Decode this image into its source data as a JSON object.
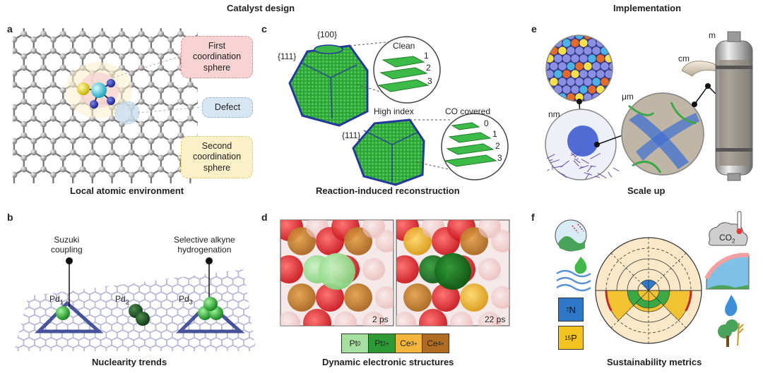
{
  "headers": {
    "catalyst_design": "Catalyst design",
    "implementation": "Implementation"
  },
  "panels": {
    "a": {
      "label": "a",
      "caption": "Local atomic environment",
      "first_sphere": "First\ncoordination\nsphere",
      "defect": "Defect",
      "second_sphere": "Second\ncoordination\nsphere"
    },
    "b": {
      "label": "b",
      "caption": "Nuclearity trends",
      "suzuki": "Suzuki\ncoupling",
      "alkyne": "Selective alkyne\nhydrogenation",
      "pd1": "Pd",
      "pd1_sub": "1",
      "pd2": "Pd",
      "pd2_sub": "2",
      "pd3": "Pd",
      "pd3_sub": "3"
    },
    "c": {
      "label": "c",
      "caption": "Reaction-induced reconstruction",
      "facet_100": "{100}",
      "facet_111_top": "{111}",
      "facet_111_bottom": "{111}",
      "clean": "Clean",
      "high_index": "High index",
      "co_covered": "CO covered",
      "clean_layers": [
        "1",
        "2",
        "3"
      ],
      "co_layers": [
        "0",
        "1",
        "2",
        "3"
      ]
    },
    "d": {
      "label": "d",
      "caption": "Dynamic electronic structures",
      "time_left": "2 ps",
      "time_right": "22 ps",
      "legend": [
        {
          "base": "Pt",
          "sup": "0",
          "color": "#a6e0a0"
        },
        {
          "base": "Pt",
          "sup": "2+",
          "color": "#2e9a36"
        },
        {
          "base": "Ce",
          "sup": "3+",
          "color": "#f3b53a"
        },
        {
          "base": "Ce",
          "sup": "4+",
          "color": "#b06c22"
        }
      ]
    },
    "e": {
      "label": "e",
      "caption": "Scale up",
      "nm": "nm",
      "um": "μm",
      "cm": "cm",
      "m": "m"
    },
    "f": {
      "label": "f",
      "caption": "Sustainability metrics",
      "co2": "CO",
      "co2_sub": "2",
      "n_sup": "7",
      "n_sym": "N",
      "p_sup": "15",
      "p_sym": "P"
    }
  },
  "colors": {
    "accent_green": "#2e9a36",
    "hex_blue": "#2b3a8c",
    "first_sphere": "#f7d3d3",
    "defect": "#d7e6f3",
    "second_sphere": "#fbf0c8"
  }
}
